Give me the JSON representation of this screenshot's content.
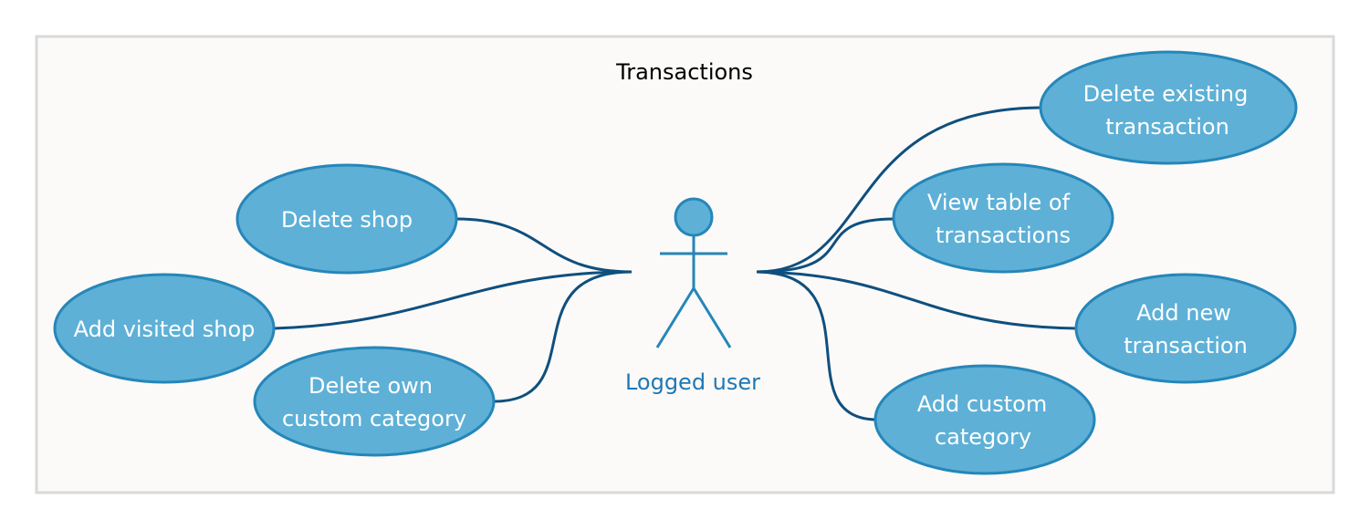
{
  "system": {
    "title": "Transactions"
  },
  "actor": {
    "label": "Logged user"
  },
  "use_cases": [
    {
      "id": "delete-shop",
      "lines": [
        "Delete shop"
      ]
    },
    {
      "id": "add-visited-shop",
      "lines": [
        "Add visited shop"
      ]
    },
    {
      "id": "delete-own-custom-category",
      "lines": [
        "Delete own",
        "custom category"
      ]
    },
    {
      "id": "delete-existing-transaction",
      "lines": [
        "Delete existing",
        "transaction"
      ]
    },
    {
      "id": "view-table-of-transactions",
      "lines": [
        "View table of",
        "transactions"
      ]
    },
    {
      "id": "add-new-transaction",
      "lines": [
        "Add new",
        "transaction"
      ]
    },
    {
      "id": "add-custom-category",
      "lines": [
        "Add custom",
        "category"
      ]
    }
  ],
  "colors": {
    "use_case_fill": "#5eb0d6",
    "use_case_stroke": "#2586b9",
    "connector": "#0f4f7e",
    "actor": "#2586b9",
    "actor_label": "#1f77b4",
    "boundary_fill": "#fbfaf8",
    "boundary_stroke": "#d9d9d9"
  }
}
